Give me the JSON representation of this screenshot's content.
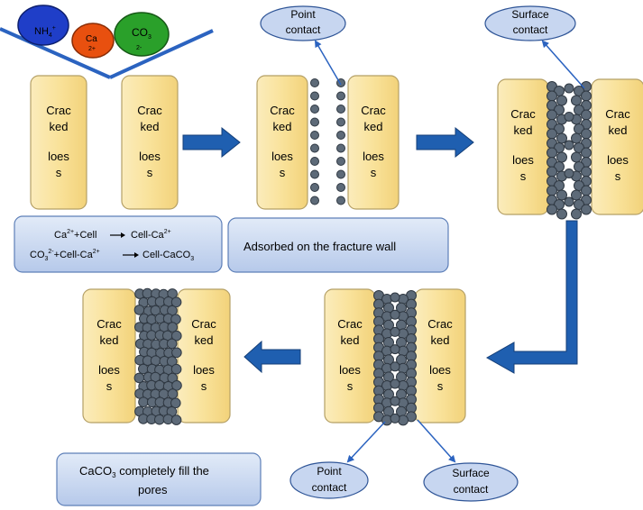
{
  "ions": {
    "nh4": "NH",
    "nh4_sub": "4",
    "nh4_sup": "+",
    "ca": "Ca",
    "ca_sup": "2+",
    "co3": "CO",
    "co3_sub": "3",
    "co3_sup": "2-"
  },
  "crack_label": [
    "Crac",
    "ked",
    "loes",
    "s"
  ],
  "callouts": {
    "point_contact_top": [
      "Point",
      "contact"
    ],
    "surface_contact_top": [
      "Surface",
      "contact"
    ],
    "point_contact_bottom": [
      "Point",
      "contact"
    ],
    "surface_contact_bottom": [
      "Surface",
      "contact"
    ]
  },
  "reactions": {
    "line1": [
      "Ca",
      "2+",
      "+Cell",
      "Cell-Ca",
      "2+"
    ],
    "line2": [
      "CO",
      "3",
      "2-",
      "+Cell-Ca",
      "2+",
      "Cell-CaCO",
      "3"
    ]
  },
  "captions": {
    "adsorbed": "Adsorbed on the fracture wall",
    "fill_1": "CaCO",
    "fill_sub": "3",
    "fill_2": " completely fill the",
    "fill_3": "pores"
  },
  "colors": {
    "block_fill": "#f9e3a0",
    "block_stroke": "#b5a066",
    "bead_fill": "#5d6a78",
    "bead_stroke": "#2f3842",
    "arrow_blue": "#1f5fb0",
    "callout_fill": "#c7d6f0",
    "callout_stroke": "#2f5597",
    "caption_fill": "#c9d8f0",
    "nh4_color": "#1f3ec8",
    "ca_color": "#e8500f",
    "co3_color": "#2aa02a"
  }
}
